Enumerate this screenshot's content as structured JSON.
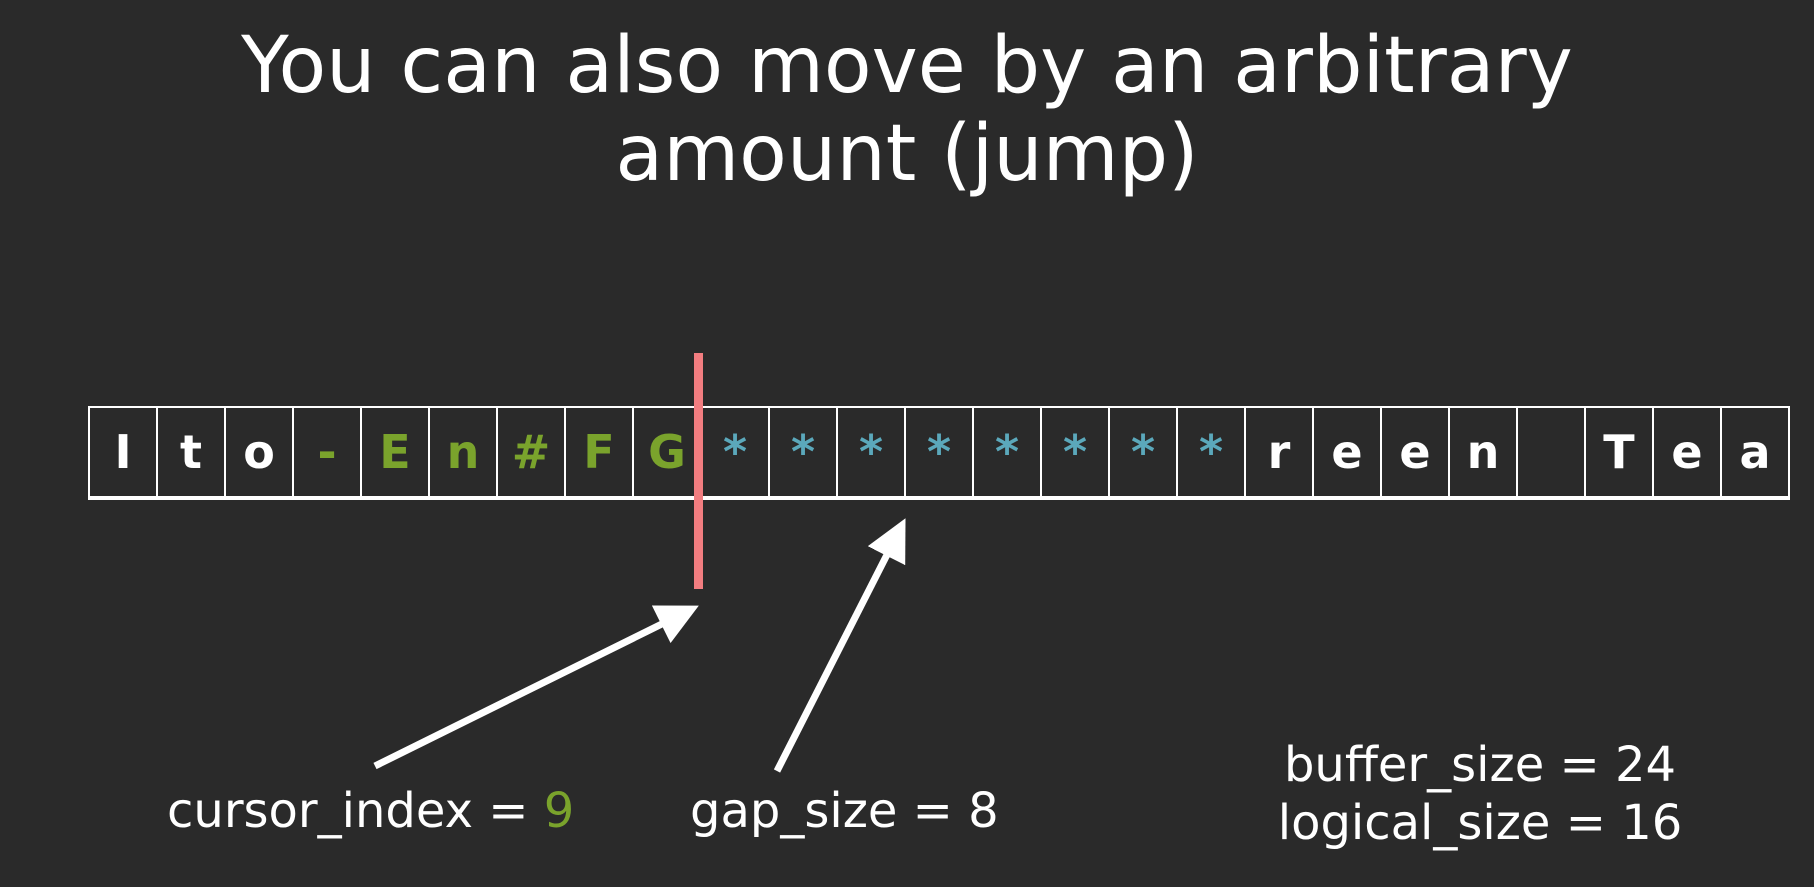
{
  "title": {
    "line1": "You can also move by an arbitrary",
    "line2": "amount (jump)"
  },
  "colors": {
    "background": "#2a2a2a",
    "text": "#ffffff",
    "moved_chars": "#7aa32c",
    "gap_chars": "#5ba8bb",
    "cursor": "#f27d80"
  },
  "buffer": [
    {
      "ch": "I",
      "kind": "text"
    },
    {
      "ch": "t",
      "kind": "text"
    },
    {
      "ch": "o",
      "kind": "text"
    },
    {
      "ch": "-",
      "kind": "moved"
    },
    {
      "ch": "E",
      "kind": "moved"
    },
    {
      "ch": "n",
      "kind": "moved"
    },
    {
      "ch": "#",
      "kind": "moved"
    },
    {
      "ch": "F",
      "kind": "moved"
    },
    {
      "ch": "G",
      "kind": "moved"
    },
    {
      "ch": "*",
      "kind": "gap"
    },
    {
      "ch": "*",
      "kind": "gap"
    },
    {
      "ch": "*",
      "kind": "gap"
    },
    {
      "ch": "*",
      "kind": "gap"
    },
    {
      "ch": "*",
      "kind": "gap"
    },
    {
      "ch": "*",
      "kind": "gap"
    },
    {
      "ch": "*",
      "kind": "gap"
    },
    {
      "ch": "*",
      "kind": "gap"
    },
    {
      "ch": "r",
      "kind": "text"
    },
    {
      "ch": "e",
      "kind": "text"
    },
    {
      "ch": "e",
      "kind": "text"
    },
    {
      "ch": "n",
      "kind": "text"
    },
    {
      "ch": " ",
      "kind": "text"
    },
    {
      "ch": "T",
      "kind": "text"
    },
    {
      "ch": "e",
      "kind": "text"
    },
    {
      "ch": "a",
      "kind": "text"
    }
  ],
  "labels": {
    "cursor_index_name": "cursor_index = ",
    "cursor_index_value": "9",
    "gap_size": "gap_size = 8",
    "buffer_size": "buffer_size = 24",
    "logical_size": "logical_size = 16"
  }
}
